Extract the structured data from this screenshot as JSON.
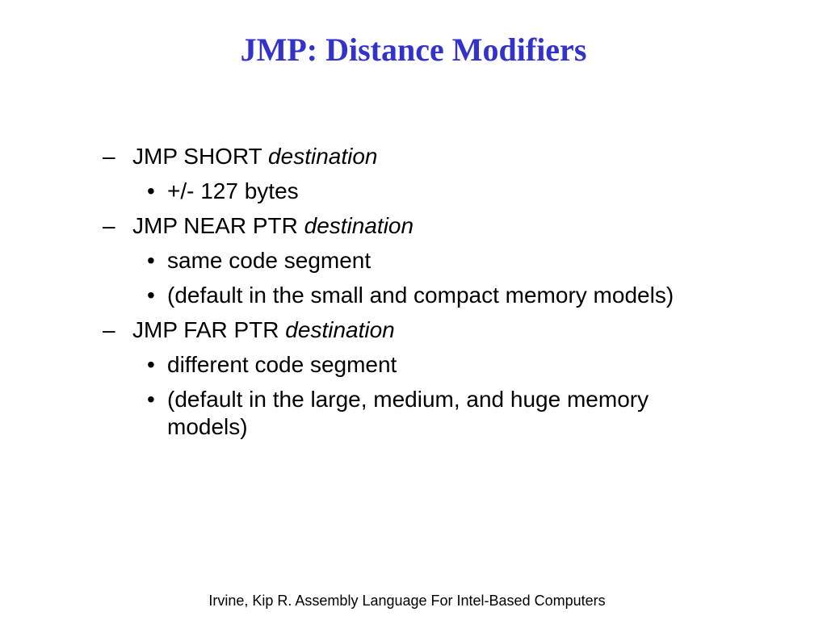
{
  "slide": {
    "title": "JMP: Distance Modifiers",
    "bullets": [
      {
        "marker": "–",
        "text": "JMP SHORT ",
        "emphasis": "destination"
      },
      {
        "marker": "•",
        "text": "+/- 127 bytes",
        "emphasis": ""
      },
      {
        "marker": "–",
        "text": "JMP NEAR PTR ",
        "emphasis": "destination"
      },
      {
        "marker": "•",
        "text": "same code segment",
        "emphasis": ""
      },
      {
        "marker": "•",
        "text": "(default in the small and compact memory models)",
        "emphasis": ""
      },
      {
        "marker": "–",
        "text": "JMP FAR PTR ",
        "emphasis": "destination"
      },
      {
        "marker": "•",
        "text": "different code segment",
        "emphasis": ""
      },
      {
        "marker": "•",
        "text": "(default in the large, medium, and huge memory models)",
        "emphasis": ""
      }
    ],
    "footer": "Irvine, Kip R. Assembly Language For Intel-Based Computers"
  },
  "colors": {
    "title": "#3333cc",
    "text": "#000000",
    "background": "#ffffff"
  }
}
